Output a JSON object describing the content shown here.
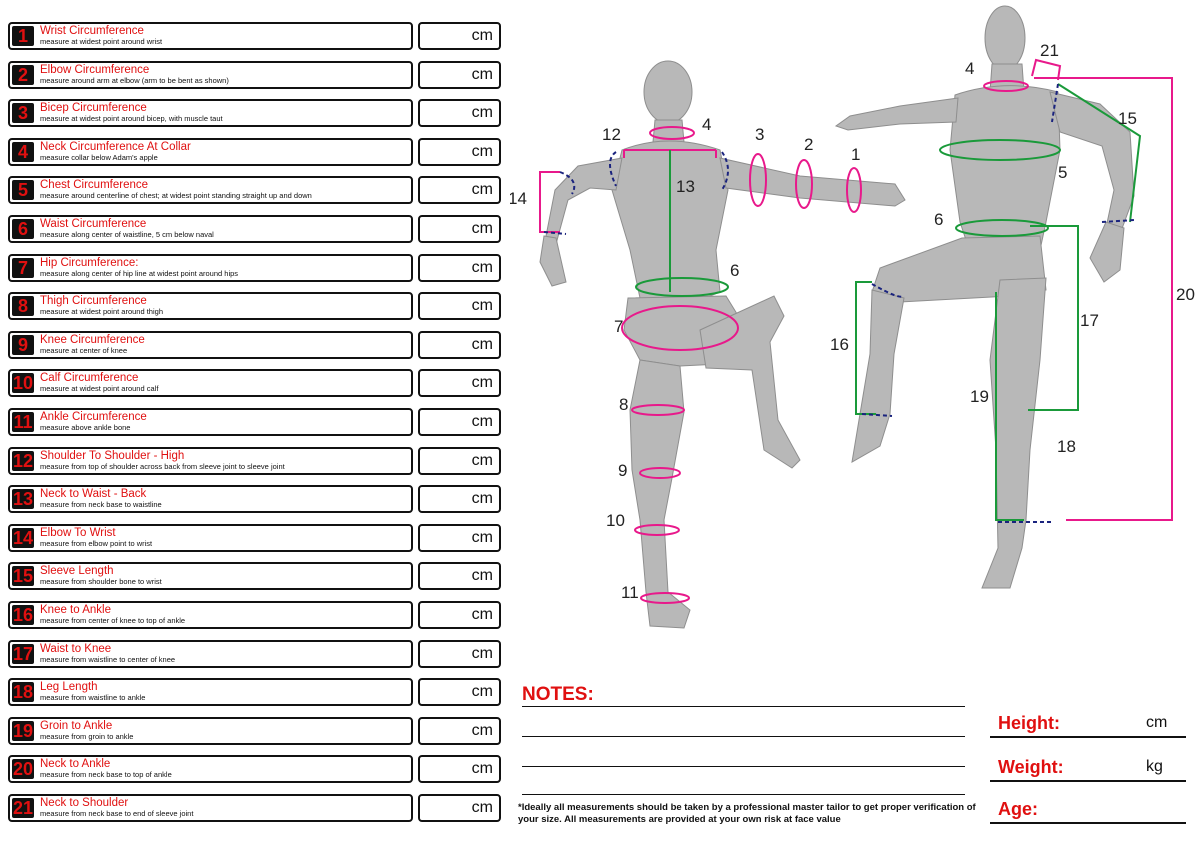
{
  "measurements": [
    {
      "num": "1",
      "title": "Wrist Circumference",
      "desc": "measure at widest point around wrist",
      "unit": "cm"
    },
    {
      "num": "2",
      "title": "Elbow Circumference",
      "desc": "measure around arm at elbow (arm to be bent as shown)",
      "unit": "cm"
    },
    {
      "num": "3",
      "title": "Bicep Circumference",
      "desc": "measure at widest point around bicep, with muscle taut",
      "unit": "cm"
    },
    {
      "num": "4",
      "title": "Neck Circumference At Collar",
      "desc": "measure collar below Adam's apple",
      "unit": "cm"
    },
    {
      "num": "5",
      "title": "Chest Circumference",
      "desc": "measure around centerline of chest; at widest point standing straight up and down",
      "unit": "cm"
    },
    {
      "num": "6",
      "title": "Waist Circumference",
      "desc": "measure along center of waistline, 5 cm below naval",
      "unit": "cm"
    },
    {
      "num": "7",
      "title": "Hip Circumference:",
      "desc": "measure along center of hip line at widest point around hips",
      "unit": "cm"
    },
    {
      "num": "8",
      "title": "Thigh Circumference",
      "desc": "measure at widest point around thigh",
      "unit": "cm"
    },
    {
      "num": "9",
      "title": "Knee Circumference",
      "desc": "measure at center of knee",
      "unit": "cm"
    },
    {
      "num": "10",
      "title": "Calf Circumference",
      "desc": "measure at widest point around calf",
      "unit": "cm"
    },
    {
      "num": "11",
      "title": "Ankle Circumference",
      "desc": "measure above ankle bone",
      "unit": "cm"
    },
    {
      "num": "12",
      "title": "Shoulder To Shoulder - High",
      "desc": "measure from top of shoulder across back from sleeve joint to sleeve joint",
      "unit": "cm"
    },
    {
      "num": "13",
      "title": "Neck to Waist - Back",
      "desc": "measure from neck base to waistline",
      "unit": "cm"
    },
    {
      "num": "14",
      "title": "Elbow To Wrist",
      "desc": "measure from elbow point to wrist",
      "unit": "cm"
    },
    {
      "num": "15",
      "title": "Sleeve Length",
      "desc": "measure from shoulder bone to wrist",
      "unit": "cm"
    },
    {
      "num": "16",
      "title": "Knee to Ankle",
      "desc": "measure from center of knee to top of ankle",
      "unit": "cm"
    },
    {
      "num": "17",
      "title": "Waist to Knee",
      "desc": "measure from waistline to center of knee",
      "unit": "cm"
    },
    {
      "num": "18",
      "title": "Leg Length",
      "desc": "measure from waistline to ankle",
      "unit": "cm"
    },
    {
      "num": "19",
      "title": "Groin to Ankle",
      "desc": "measure from groin to ankle",
      "unit": "cm"
    },
    {
      "num": "20",
      "title": "Neck to Ankle",
      "desc": "measure from neck base to top of ankle",
      "unit": "cm"
    },
    {
      "num": "21",
      "title": "Neck to Shoulder",
      "desc": "measure from neck base to end of sleeve joint",
      "unit": "cm"
    }
  ],
  "figure_labels": {
    "back": [
      "12",
      "4",
      "3",
      "2",
      "1",
      "13",
      "14",
      "6",
      "7",
      "8",
      "9",
      "10",
      "11"
    ],
    "front": [
      "21",
      "4",
      "15",
      "5",
      "6",
      "16",
      "17",
      "19",
      "18",
      "20"
    ]
  },
  "notes": {
    "title": "NOTES:",
    "disclaimer": "*Ideally all measurements should be taken by a professional master tailor to get proper verification of your size. All measurements are provided at your own risk at face value"
  },
  "stats": {
    "height_label": "Height:",
    "height_unit": "cm",
    "weight_label": "Weight:",
    "weight_unit": "kg",
    "age_label": "Age:"
  },
  "colors": {
    "accent_red": "#e01010",
    "pink": "#e8198b",
    "green": "#1a9a3a",
    "navy": "#1a237e",
    "body_gray": "#b8b8b8"
  }
}
